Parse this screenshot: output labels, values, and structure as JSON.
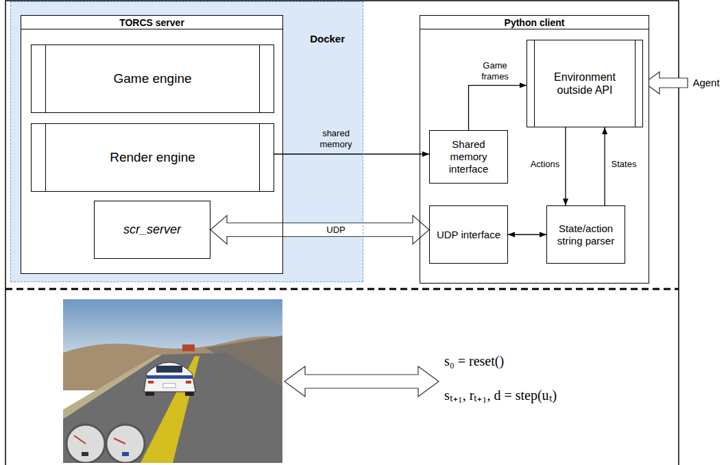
{
  "diagram": {
    "nodes": [
      {
        "text": [
          "Docker"
        ]
      },
      {
        "text": [
          "TORCS server"
        ],
        "in": 0
      },
      {
        "text": [
          "Game engine"
        ],
        "in": 1
      },
      {
        "text": [
          "Render engine"
        ],
        "in": 1
      },
      {
        "text": [
          "scr_server"
        ],
        "in": 1
      },
      {
        "text": [
          "Python client"
        ]
      },
      {
        "text": [
          "Environment outside API"
        ],
        "in": 5
      },
      {
        "text": [
          "Shared memory interface"
        ],
        "in": 5
      },
      {
        "text": [
          "UDP interface"
        ],
        "in": 5
      },
      {
        "text": [
          "State/action string parser"
        ],
        "in": 5
      }
    ],
    "edges": [
      {
        "from": 3,
        "to": 7,
        "arrow": "to",
        "label": "shared memory"
      },
      {
        "from": 7,
        "to": 6,
        "arrow": "to",
        "label": "Game frames"
      },
      {
        "from": 4,
        "to": 8,
        "arrow": "both",
        "label": "UDP"
      },
      {
        "from": 8,
        "to": 9,
        "arrow": "both"
      },
      {
        "from": 6,
        "to": 9,
        "arrow": "to",
        "label": "Actions"
      },
      {
        "from": 9,
        "to": 6,
        "arrow": "to",
        "label": "States"
      }
    ],
    "labels": [
      "Agent",
      "s₀ = reset()",
      "sₜ₊₁, rₜ₊₁, d = step(uₜ)"
    ]
  }
}
